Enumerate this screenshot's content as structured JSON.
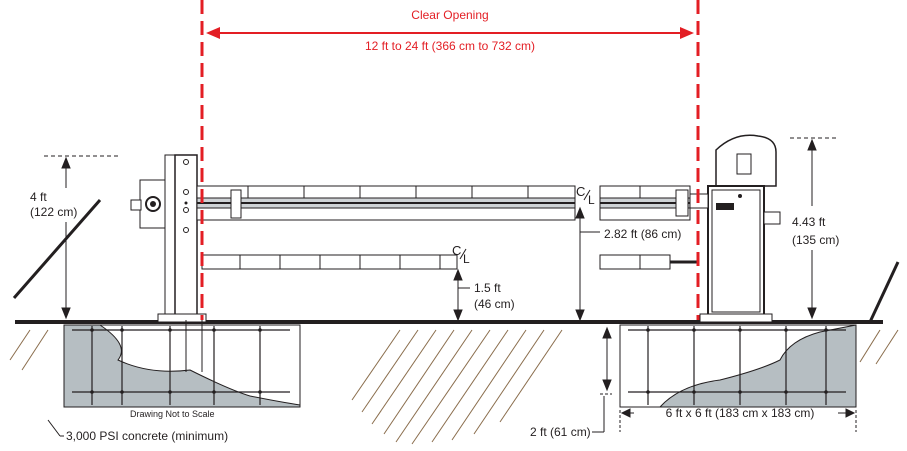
{
  "clear_opening": {
    "title": "Clear Opening",
    "range": "12 ft to 24 ft (366 cm to 732 cm)"
  },
  "dimensions": {
    "left_height_ft": "4 ft",
    "left_height_cm": "(122 cm)",
    "mid_height_ft": "2.82 ft (86 cm)",
    "lower_arm_ft": "1.5 ft",
    "lower_arm_cm": "(46 cm)",
    "operator_height_ft": "4.43 ft",
    "operator_height_cm": "(135 cm)",
    "pad_depth": "2 ft (61 cm)",
    "pad_size": "6 ft x 6 ft (183 cm x 183 cm)"
  },
  "centerline": {
    "main": "C",
    "sub": "L"
  },
  "notes": {
    "scale": "Drawing Not to Scale",
    "concrete": "3,000 PSI concrete (minimum)"
  },
  "colors": {
    "accent_red": "#e31e24",
    "concrete_fill": "#b6bec2",
    "line": "#231f20"
  },
  "icons": {
    "arrow": "arrow-icon",
    "gate_operator": "gate-operator-icon",
    "post": "gate-post-icon"
  }
}
